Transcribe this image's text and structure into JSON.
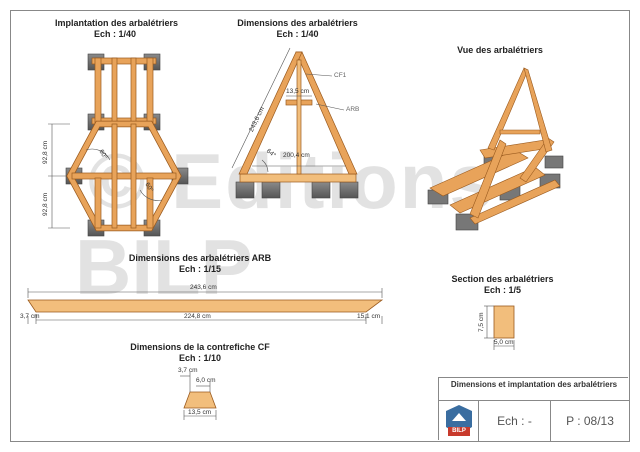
{
  "titles": {
    "implantation": "Implantation des arbalétriers",
    "implantation_scale": "Ech : 1/40",
    "dimensions": "Dimensions des arbalétriers",
    "dimensions_scale": "Ech : 1/40",
    "vue": "Vue des arbalétriers",
    "arb": "Dimensions des arbalétriers ARB",
    "arb_scale": "Ech : 1/15",
    "section": "Section des arbalétriers",
    "section_scale": "Ech : 1/5",
    "contrefiche": "Dimensions de la contrefiche CF",
    "contrefiche_scale": "Ech : 1/10"
  },
  "implantation": {
    "dim_top": "92,8 cm",
    "dim_bottom": "92,8 cm",
    "angle_1": "60°",
    "angle_2": "60°"
  },
  "dimensions": {
    "side": "243,6 cm",
    "top": "13,5 cm",
    "base": "200,4 cm",
    "angle": "64°",
    "label_cf": "CF1",
    "label_arb": "ARB"
  },
  "arb": {
    "total": "243,6 cm",
    "inner": "224,8 cm",
    "left": "3,7 cm",
    "right": "15,1 cm"
  },
  "section": {
    "height": "7,5 cm",
    "width": "5,0 cm"
  },
  "contrefiche": {
    "top": "3,7 cm",
    "mid": "6,0 cm",
    "bottom": "13,5 cm"
  },
  "watermark": {
    "line1": "© Editions",
    "line2": "BILP"
  },
  "title_block": {
    "title": "Dimensions et implantation des arbalétriers",
    "logo": "BILP",
    "scale": "Ech : -",
    "page": "P : 08/13"
  },
  "colors": {
    "wood": "#e8a35a",
    "wood_light": "#f2be7c",
    "wood_stroke": "#9a5a1e",
    "block": "#6e6e6e"
  }
}
